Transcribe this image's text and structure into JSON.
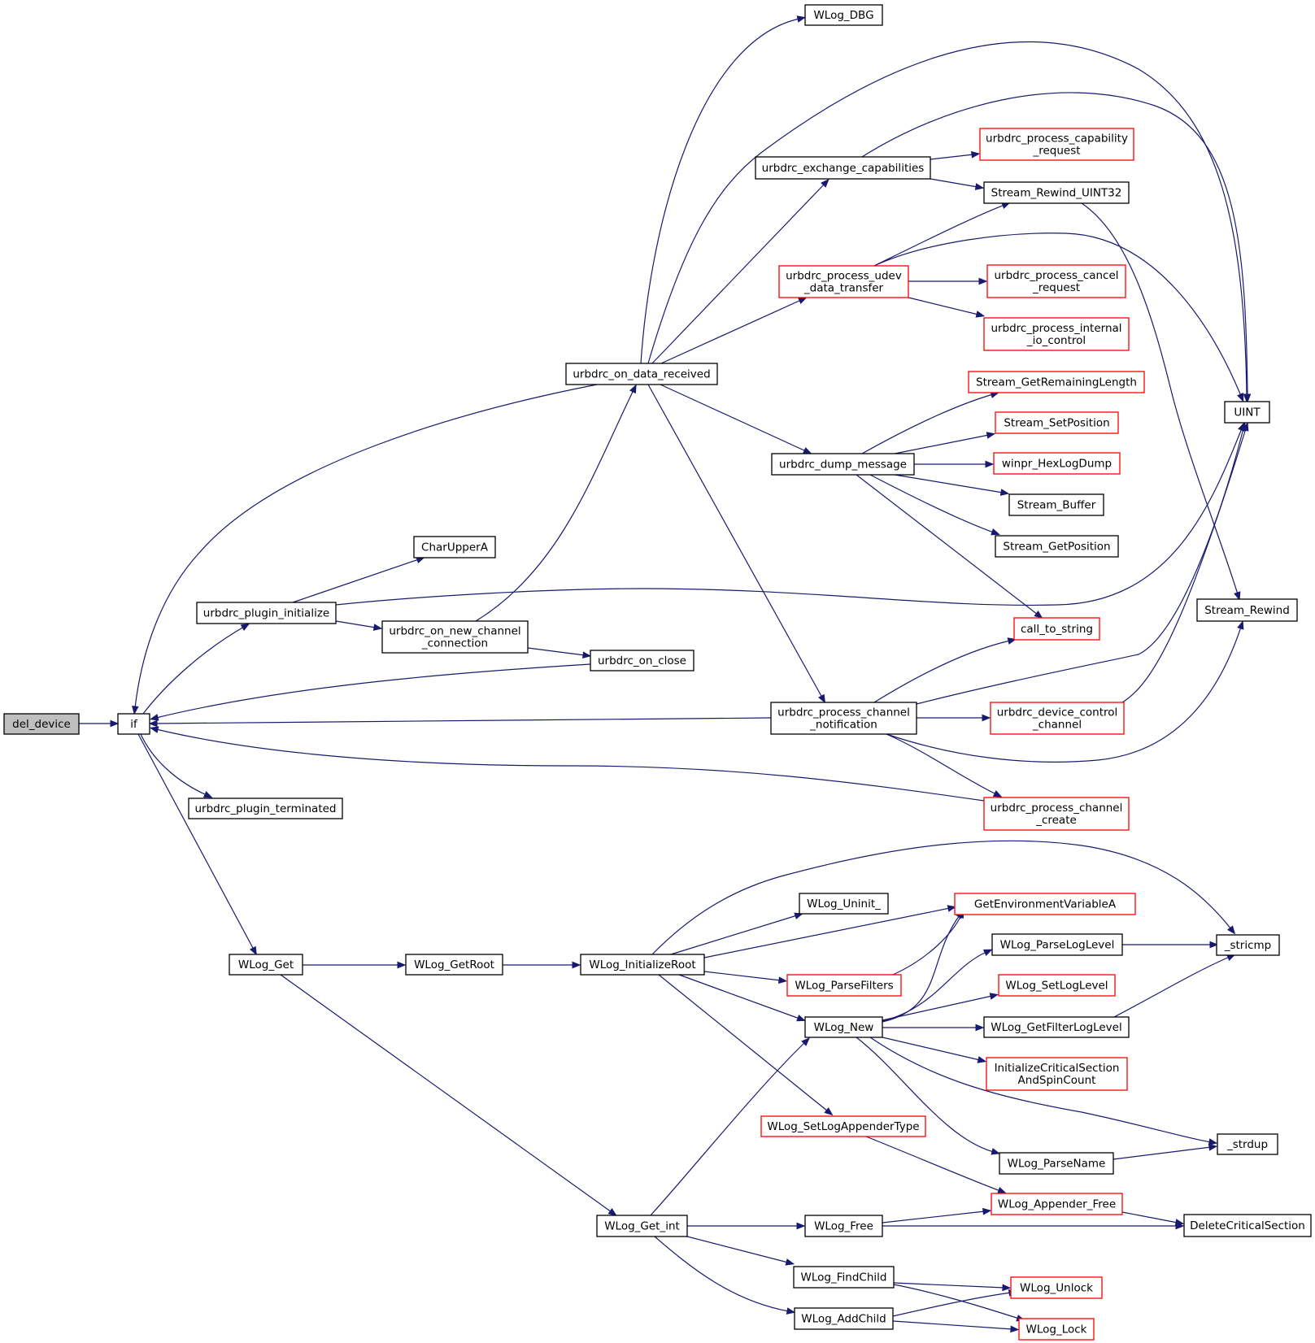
{
  "colors": {
    "edge": "#191970",
    "root_fill": "#bfbfbf",
    "node_fill": "#ffffff",
    "node_border_normal": "#000000",
    "node_border_truncated": "#ff0000"
  },
  "nodes": {
    "del_device": {
      "label": [
        "del_device"
      ],
      "style": "root"
    },
    "if": {
      "label": [
        "if"
      ],
      "style": "normal"
    },
    "urbdrc_on_data_received": {
      "label": [
        "urbdrc_on_data_received"
      ],
      "style": "normal"
    },
    "urbdrc_plugin_initialize": {
      "label": [
        "urbdrc_plugin_initialize"
      ],
      "style": "normal"
    },
    "urbdrc_on_new_channel_connection": {
      "label": [
        "urbdrc_on_new_channel",
        "_connection"
      ],
      "style": "normal"
    },
    "urbdrc_on_close": {
      "label": [
        "urbdrc_on_close"
      ],
      "style": "normal"
    },
    "urbdrc_plugin_terminated": {
      "label": [
        "urbdrc_plugin_terminated"
      ],
      "style": "normal"
    },
    "CharUpperA": {
      "label": [
        "CharUpperA"
      ],
      "style": "normal"
    },
    "WLog_DBG": {
      "label": [
        "WLog_DBG"
      ],
      "style": "normal"
    },
    "urbdrc_exchange_capabilities": {
      "label": [
        "urbdrc_exchange_capabilities"
      ],
      "style": "normal"
    },
    "urbdrc_process_capability_request": {
      "label": [
        "urbdrc_process_capability",
        "_request"
      ],
      "style": "truncated"
    },
    "Stream_Rewind_UINT32": {
      "label": [
        "Stream_Rewind_UINT32"
      ],
      "style": "normal"
    },
    "urbdrc_process_udev_data_transfer": {
      "label": [
        "urbdrc_process_udev",
        "_data_transfer"
      ],
      "style": "truncated"
    },
    "urbdrc_process_cancel_request": {
      "label": [
        "urbdrc_process_cancel",
        "_request"
      ],
      "style": "truncated"
    },
    "urbdrc_process_internal_io_control": {
      "label": [
        "urbdrc_process_internal",
        "_io_control"
      ],
      "style": "truncated"
    },
    "UINT": {
      "label": [
        "UINT"
      ],
      "style": "normal"
    },
    "Stream_GetRemainingLength": {
      "label": [
        "Stream_GetRemainingLength"
      ],
      "style": "truncated"
    },
    "Stream_SetPosition": {
      "label": [
        "Stream_SetPosition"
      ],
      "style": "truncated"
    },
    "urbdrc_dump_message": {
      "label": [
        "urbdrc_dump_message"
      ],
      "style": "normal"
    },
    "winpr_HexLogDump": {
      "label": [
        "winpr_HexLogDump"
      ],
      "style": "truncated"
    },
    "Stream_Buffer": {
      "label": [
        "Stream_Buffer"
      ],
      "style": "normal"
    },
    "Stream_GetPosition": {
      "label": [
        "Stream_GetPosition"
      ],
      "style": "normal"
    },
    "Stream_Rewind": {
      "label": [
        "Stream_Rewind"
      ],
      "style": "normal"
    },
    "call_to_string": {
      "label": [
        "call_to_string"
      ],
      "style": "truncated"
    },
    "urbdrc_process_channel_notification": {
      "label": [
        "urbdrc_process_channel",
        "_notification"
      ],
      "style": "normal"
    },
    "urbdrc_device_control_channel": {
      "label": [
        "urbdrc_device_control",
        "_channel"
      ],
      "style": "truncated"
    },
    "urbdrc_process_channel_create": {
      "label": [
        "urbdrc_process_channel",
        "_create"
      ],
      "style": "truncated"
    },
    "WLog_Get": {
      "label": [
        "WLog_Get"
      ],
      "style": "normal"
    },
    "WLog_GetRoot": {
      "label": [
        "WLog_GetRoot"
      ],
      "style": "normal"
    },
    "WLog_InitializeRoot": {
      "label": [
        "WLog_InitializeRoot"
      ],
      "style": "normal"
    },
    "WLog_Uninit_": {
      "label": [
        "WLog_Uninit_"
      ],
      "style": "normal"
    },
    "GetEnvironmentVariableA": {
      "label": [
        "GetEnvironmentVariableA"
      ],
      "style": "truncated"
    },
    "WLog_ParseLogLevel": {
      "label": [
        "WLog_ParseLogLevel"
      ],
      "style": "normal"
    },
    "_stricmp": {
      "label": [
        "_stricmp"
      ],
      "style": "normal"
    },
    "WLog_ParseFilters": {
      "label": [
        "WLog_ParseFilters"
      ],
      "style": "truncated"
    },
    "WLog_SetLogLevel": {
      "label": [
        "WLog_SetLogLevel"
      ],
      "style": "truncated"
    },
    "WLog_New": {
      "label": [
        "WLog_New"
      ],
      "style": "normal"
    },
    "WLog_GetFilterLogLevel": {
      "label": [
        "WLog_GetFilterLogLevel"
      ],
      "style": "normal"
    },
    "InitializeCriticalSectionAndSpinCount": {
      "label": [
        "InitializeCriticalSection",
        "AndSpinCount"
      ],
      "style": "truncated"
    },
    "WLog_SetLogAppenderType": {
      "label": [
        "WLog_SetLogAppenderType"
      ],
      "style": "truncated"
    },
    "_strdup": {
      "label": [
        "_strdup"
      ],
      "style": "normal"
    },
    "WLog_ParseName": {
      "label": [
        "WLog_ParseName"
      ],
      "style": "normal"
    },
    "WLog_Appender_Free": {
      "label": [
        "WLog_Appender_Free"
      ],
      "style": "truncated"
    },
    "WLog_Get_int": {
      "label": [
        "WLog_Get_int"
      ],
      "style": "normal"
    },
    "WLog_Free": {
      "label": [
        "WLog_Free"
      ],
      "style": "normal"
    },
    "DeleteCriticalSection": {
      "label": [
        "DeleteCriticalSection"
      ],
      "style": "normal"
    },
    "WLog_FindChild": {
      "label": [
        "WLog_FindChild"
      ],
      "style": "normal"
    },
    "WLog_Unlock": {
      "label": [
        "WLog_Unlock"
      ],
      "style": "truncated"
    },
    "WLog_AddChild": {
      "label": [
        "WLog_AddChild"
      ],
      "style": "normal"
    },
    "WLog_Lock": {
      "label": [
        "WLog_Lock"
      ],
      "style": "truncated"
    }
  },
  "edges": [
    [
      "del_device",
      "if"
    ],
    [
      "urbdrc_on_data_received",
      "if"
    ],
    [
      "if",
      "urbdrc_plugin_initialize"
    ],
    [
      "urbdrc_on_close",
      "if"
    ],
    [
      "urbdrc_process_channel_notification",
      "if"
    ],
    [
      "urbdrc_process_channel_create",
      "if"
    ],
    [
      "if",
      "urbdrc_plugin_terminated"
    ],
    [
      "if",
      "WLog_Get"
    ],
    [
      "urbdrc_plugin_initialize",
      "CharUpperA"
    ],
    [
      "urbdrc_plugin_initialize",
      "urbdrc_on_new_channel_connection"
    ],
    [
      "urbdrc_plugin_initialize",
      "UINT"
    ],
    [
      "urbdrc_on_new_channel_connection",
      "urbdrc_on_data_received"
    ],
    [
      "urbdrc_on_new_channel_connection",
      "urbdrc_on_close"
    ],
    [
      "urbdrc_on_data_received",
      "WLog_DBG"
    ],
    [
      "urbdrc_on_data_received",
      "UINT"
    ],
    [
      "urbdrc_on_data_received",
      "urbdrc_exchange_capabilities"
    ],
    [
      "urbdrc_on_data_received",
      "urbdrc_process_udev_data_transfer"
    ],
    [
      "urbdrc_on_data_received",
      "urbdrc_dump_message"
    ],
    [
      "urbdrc_on_data_received",
      "urbdrc_process_channel_notification"
    ],
    [
      "urbdrc_exchange_capabilities",
      "UINT"
    ],
    [
      "urbdrc_exchange_capabilities",
      "urbdrc_process_capability_request"
    ],
    [
      "urbdrc_exchange_capabilities",
      "Stream_Rewind_UINT32"
    ],
    [
      "Stream_Rewind_UINT32",
      "Stream_Rewind"
    ],
    [
      "urbdrc_process_udev_data_transfer",
      "Stream_Rewind_UINT32"
    ],
    [
      "urbdrc_process_udev_data_transfer",
      "UINT"
    ],
    [
      "urbdrc_process_udev_data_transfer",
      "urbdrc_process_cancel_request"
    ],
    [
      "urbdrc_process_udev_data_transfer",
      "urbdrc_process_internal_io_control"
    ],
    [
      "urbdrc_dump_message",
      "Stream_GetRemainingLength"
    ],
    [
      "urbdrc_dump_message",
      "Stream_SetPosition"
    ],
    [
      "urbdrc_dump_message",
      "winpr_HexLogDump"
    ],
    [
      "urbdrc_dump_message",
      "Stream_Buffer"
    ],
    [
      "urbdrc_dump_message",
      "Stream_GetPosition"
    ],
    [
      "urbdrc_dump_message",
      "call_to_string"
    ],
    [
      "urbdrc_process_channel_notification",
      "call_to_string"
    ],
    [
      "urbdrc_process_channel_notification",
      "UINT"
    ],
    [
      "urbdrc_process_channel_notification",
      "urbdrc_device_control_channel"
    ],
    [
      "urbdrc_process_channel_notification",
      "Stream_Rewind"
    ],
    [
      "urbdrc_process_channel_notification",
      "urbdrc_process_channel_create"
    ],
    [
      "urbdrc_device_control_channel",
      "UINT"
    ],
    [
      "WLog_Get",
      "WLog_GetRoot"
    ],
    [
      "WLog_Get",
      "WLog_Get_int"
    ],
    [
      "WLog_GetRoot",
      "WLog_InitializeRoot"
    ],
    [
      "WLog_InitializeRoot",
      "_stricmp"
    ],
    [
      "WLog_InitializeRoot",
      "WLog_Uninit_"
    ],
    [
      "WLog_InitializeRoot",
      "GetEnvironmentVariableA"
    ],
    [
      "WLog_InitializeRoot",
      "WLog_ParseFilters"
    ],
    [
      "WLog_InitializeRoot",
      "WLog_New"
    ],
    [
      "WLog_InitializeRoot",
      "WLog_SetLogAppenderType"
    ],
    [
      "WLog_ParseFilters",
      "GetEnvironmentVariableA"
    ],
    [
      "WLog_ParseLogLevel",
      "_stricmp"
    ],
    [
      "WLog_GetFilterLogLevel",
      "_stricmp"
    ],
    [
      "WLog_New",
      "GetEnvironmentVariableA"
    ],
    [
      "WLog_New",
      "WLog_ParseLogLevel"
    ],
    [
      "WLog_New",
      "WLog_SetLogLevel"
    ],
    [
      "WLog_New",
      "WLog_GetFilterLogLevel"
    ],
    [
      "WLog_New",
      "InitializeCriticalSectionAndSpinCount"
    ],
    [
      "WLog_New",
      "_strdup"
    ],
    [
      "WLog_New",
      "WLog_ParseName"
    ],
    [
      "WLog_ParseName",
      "_strdup"
    ],
    [
      "WLog_SetLogAppenderType",
      "WLog_Appender_Free"
    ],
    [
      "WLog_Appender_Free",
      "DeleteCriticalSection"
    ],
    [
      "WLog_Get_int",
      "WLog_New"
    ],
    [
      "WLog_Get_int",
      "WLog_Free"
    ],
    [
      "WLog_Get_int",
      "WLog_FindChild"
    ],
    [
      "WLog_Get_int",
      "WLog_AddChild"
    ],
    [
      "WLog_Free",
      "WLog_Appender_Free"
    ],
    [
      "WLog_Free",
      "DeleteCriticalSection"
    ],
    [
      "WLog_FindChild",
      "WLog_Unlock"
    ],
    [
      "WLog_FindChild",
      "WLog_Lock"
    ],
    [
      "WLog_AddChild",
      "WLog_Unlock"
    ],
    [
      "WLog_AddChild",
      "WLog_Lock"
    ]
  ]
}
